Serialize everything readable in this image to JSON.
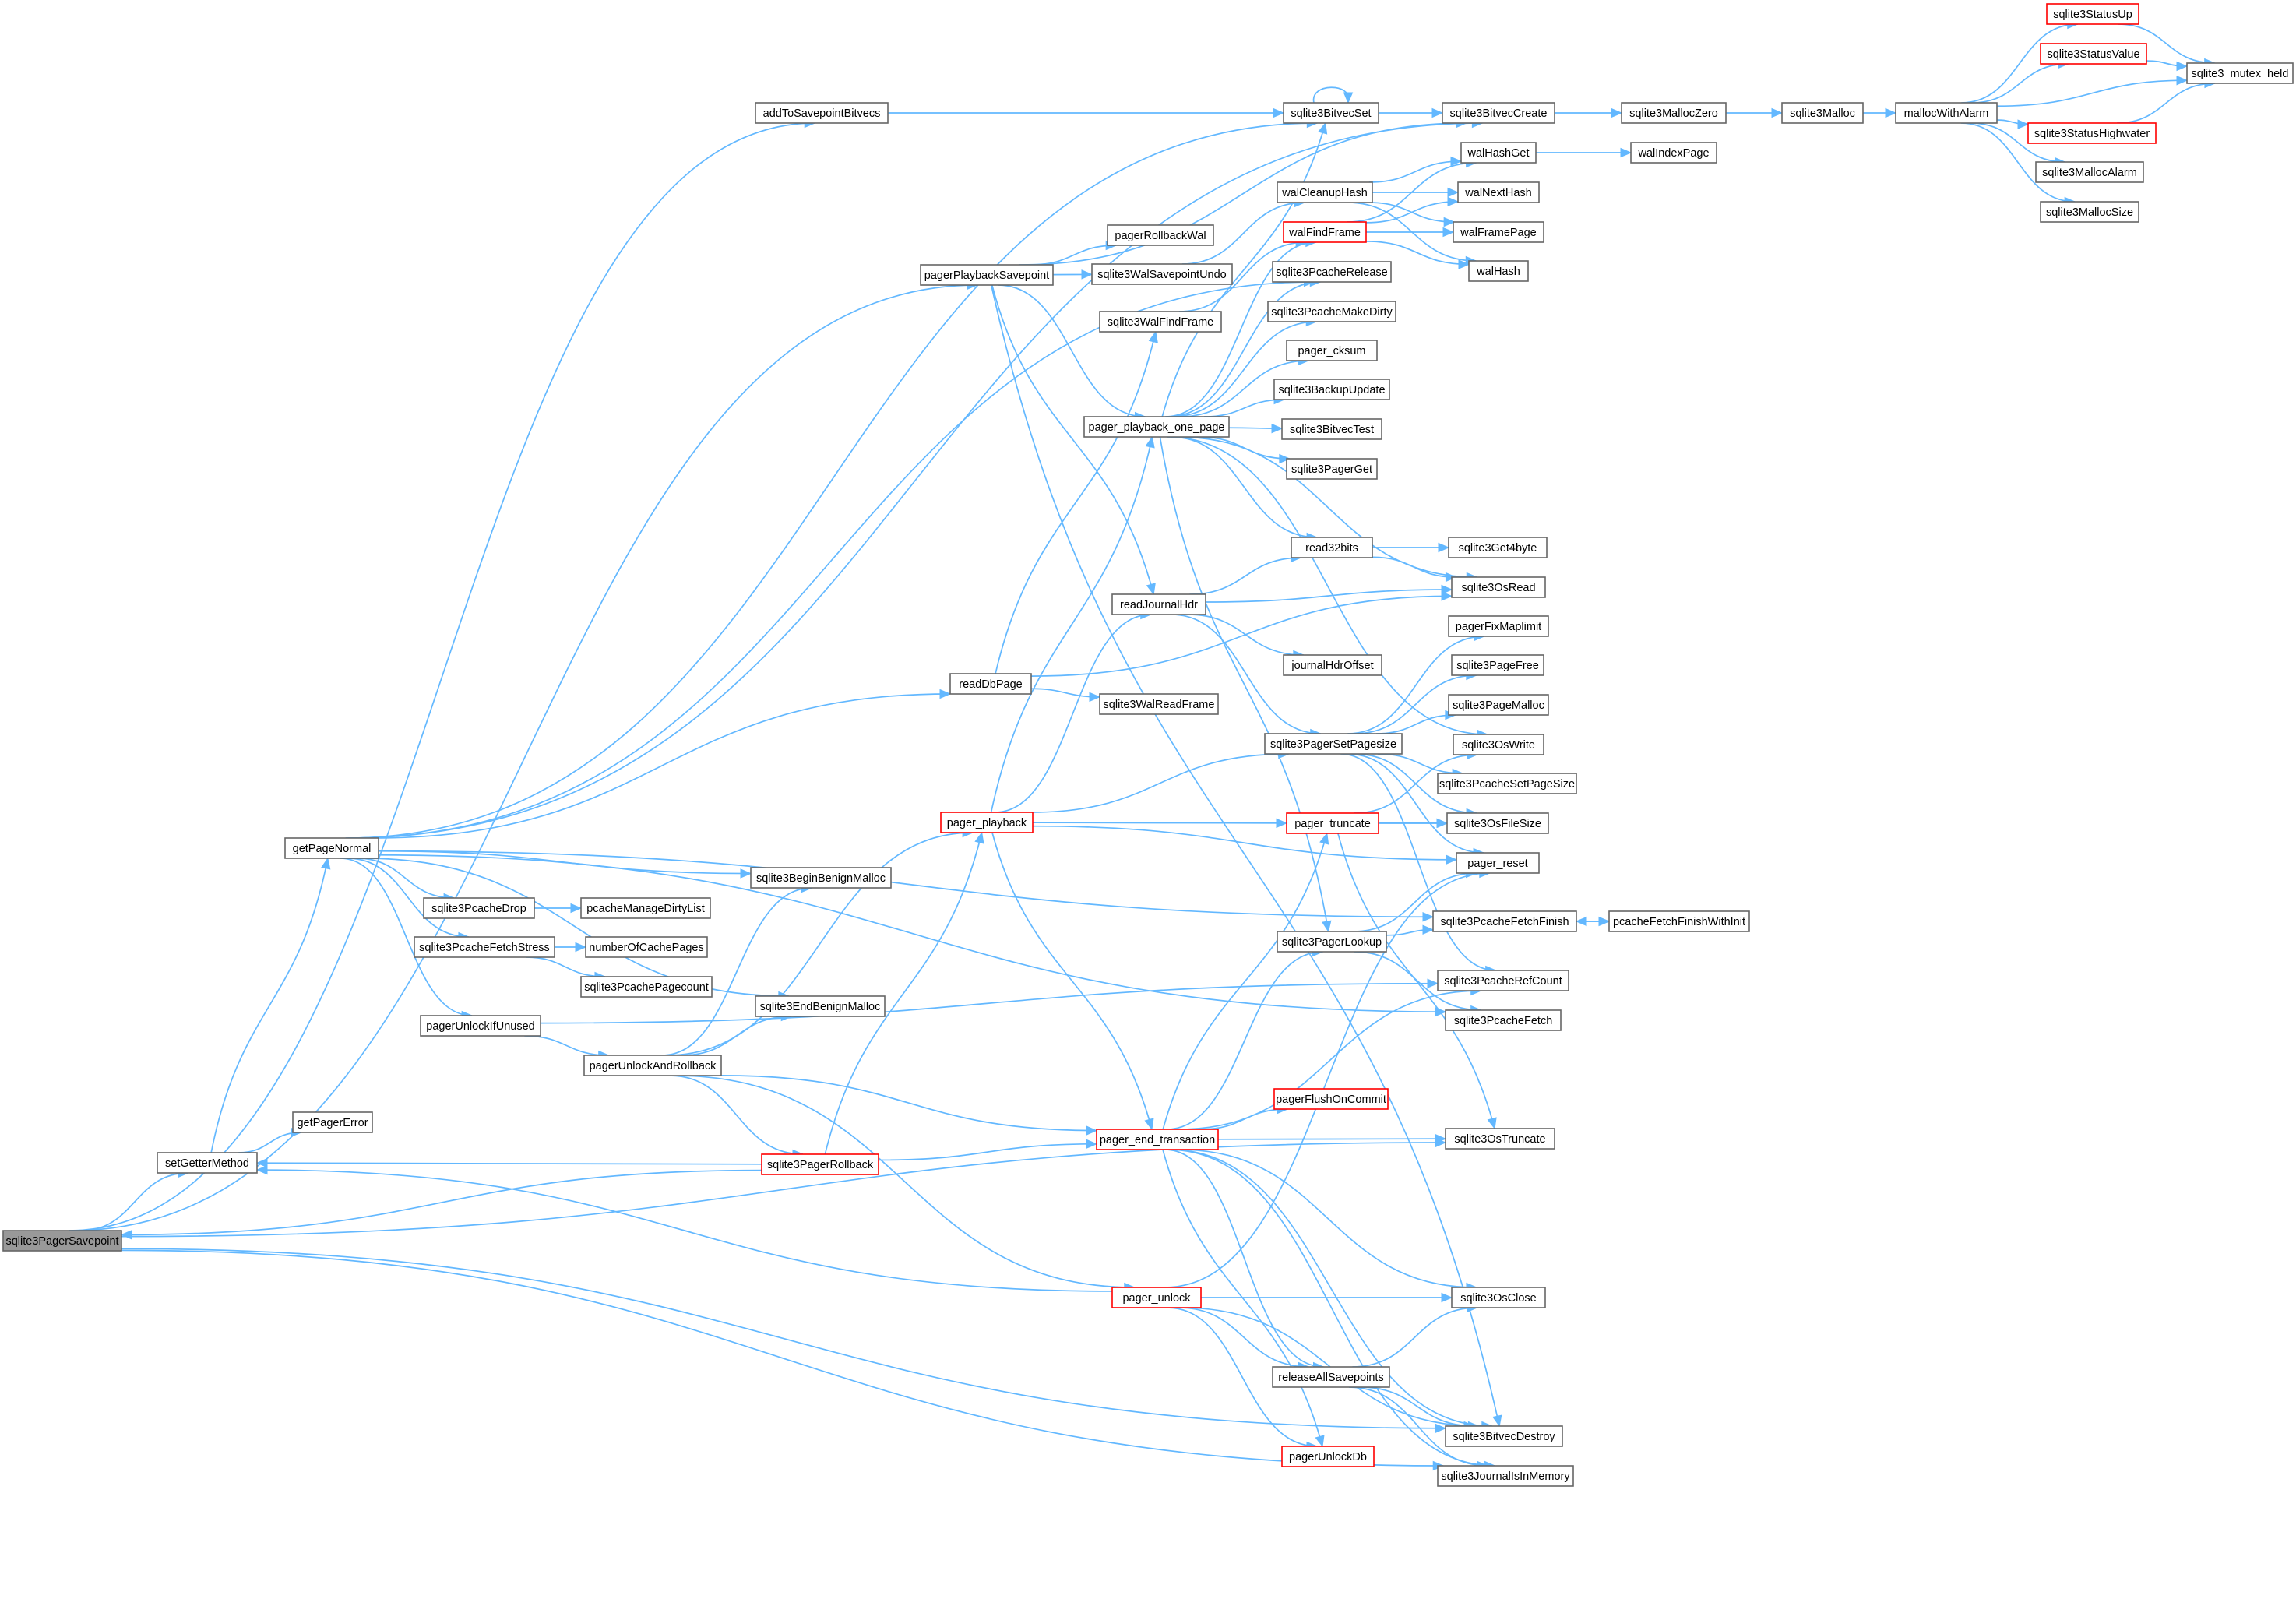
{
  "graph": {
    "edge_color": "#63b8ff",
    "node_border": "#666666",
    "truncated_border": "#ff0000",
    "root_fill": "#999999",
    "nodes": [
      {
        "id": "root",
        "label": "sqlite3PagerSavepoint"
      },
      {
        "id": "setGetterMethod",
        "label": "setGetterMethod"
      },
      {
        "id": "getPagerError",
        "label": "getPagerError"
      },
      {
        "id": "getPageNormal",
        "label": "getPageNormal"
      },
      {
        "id": "addToSavepointBitvecs",
        "label": "addToSavepointBitvecs"
      },
      {
        "id": "pagerPlaybackSavepoint",
        "label": "pagerPlaybackSavepoint"
      },
      {
        "id": "pagerRollbackWal",
        "label": "pagerRollbackWal"
      },
      {
        "id": "sqlite3WalSavepointUndo",
        "label": "sqlite3WalSavepointUndo"
      },
      {
        "id": "sqlite3WalFindFrame",
        "label": "sqlite3WalFindFrame"
      },
      {
        "id": "pager_playback_one_page",
        "label": "pager_playback_one_page"
      },
      {
        "id": "readJournalHdr",
        "label": "readJournalHdr"
      },
      {
        "id": "readDbPage",
        "label": "readDbPage"
      },
      {
        "id": "sqlite3WalReadFrame",
        "label": "sqlite3WalReadFrame"
      },
      {
        "id": "pager_playback",
        "label": "pager_playback",
        "truncated": true
      },
      {
        "id": "sqlite3PcacheDrop",
        "label": "sqlite3PcacheDrop"
      },
      {
        "id": "pcacheManageDirtyList",
        "label": "pcacheManageDirtyList"
      },
      {
        "id": "sqlite3PcacheFetchStress",
        "label": "sqlite3PcacheFetchStress"
      },
      {
        "id": "numberOfCachePages",
        "label": "numberOfCachePages"
      },
      {
        "id": "sqlite3PcachePagecount",
        "label": "sqlite3PcachePagecount"
      },
      {
        "id": "sqlite3BeginBenignMalloc",
        "label": "sqlite3BeginBenignMalloc"
      },
      {
        "id": "sqlite3EndBenignMalloc",
        "label": "sqlite3EndBenignMalloc"
      },
      {
        "id": "pagerUnlockIfUnused",
        "label": "pagerUnlockIfUnused"
      },
      {
        "id": "pagerUnlockAndRollback",
        "label": "pagerUnlockAndRollback"
      },
      {
        "id": "sqlite3PagerRollback",
        "label": "sqlite3PagerRollback",
        "truncated": true
      },
      {
        "id": "pager_end_transaction",
        "label": "pager_end_transaction",
        "truncated": true
      },
      {
        "id": "pager_unlock",
        "label": "pager_unlock",
        "truncated": true
      },
      {
        "id": "sqlite3BitvecSet",
        "label": "sqlite3BitvecSet"
      },
      {
        "id": "sqlite3BitvecCreate",
        "label": "sqlite3BitvecCreate"
      },
      {
        "id": "sqlite3MallocZero",
        "label": "sqlite3MallocZero"
      },
      {
        "id": "sqlite3Malloc",
        "label": "sqlite3Malloc"
      },
      {
        "id": "mallocWithAlarm",
        "label": "mallocWithAlarm"
      },
      {
        "id": "sqlite3StatusUp",
        "label": "sqlite3StatusUp",
        "truncated": true
      },
      {
        "id": "sqlite3StatusValue",
        "label": "sqlite3StatusValue",
        "truncated": true
      },
      {
        "id": "sqlite3StatusHighwater",
        "label": "sqlite3StatusHighwater",
        "truncated": true
      },
      {
        "id": "sqlite3_mutex_held",
        "label": "sqlite3_mutex_held"
      },
      {
        "id": "sqlite3MallocAlarm",
        "label": "sqlite3MallocAlarm"
      },
      {
        "id": "sqlite3MallocSize",
        "label": "sqlite3MallocSize"
      },
      {
        "id": "walCleanupHash",
        "label": "walCleanupHash"
      },
      {
        "id": "walFindFrame",
        "label": "walFindFrame",
        "truncated": true
      },
      {
        "id": "walHashGet",
        "label": "walHashGet"
      },
      {
        "id": "walIndexPage",
        "label": "walIndexPage"
      },
      {
        "id": "walNextHash",
        "label": "walNextHash"
      },
      {
        "id": "walFramePage",
        "label": "walFramePage"
      },
      {
        "id": "walHash",
        "label": "walHash"
      },
      {
        "id": "sqlite3PcacheRelease",
        "label": "sqlite3PcacheRelease"
      },
      {
        "id": "sqlite3PcacheMakeDirty",
        "label": "sqlite3PcacheMakeDirty"
      },
      {
        "id": "pager_cksum",
        "label": "pager_cksum"
      },
      {
        "id": "sqlite3BackupUpdate",
        "label": "sqlite3BackupUpdate"
      },
      {
        "id": "sqlite3BitvecTest",
        "label": "sqlite3BitvecTest"
      },
      {
        "id": "sqlite3PagerGet",
        "label": "sqlite3PagerGet"
      },
      {
        "id": "read32bits",
        "label": "read32bits"
      },
      {
        "id": "sqlite3Get4byte",
        "label": "sqlite3Get4byte"
      },
      {
        "id": "sqlite3OsRead",
        "label": "sqlite3OsRead"
      },
      {
        "id": "journalHdrOffset",
        "label": "journalHdrOffset"
      },
      {
        "id": "pagerFixMaplimit",
        "label": "pagerFixMaplimit"
      },
      {
        "id": "sqlite3PagerSetPagesize",
        "label": "sqlite3PagerSetPagesize"
      },
      {
        "id": "sqlite3PageFree",
        "label": "sqlite3PageFree"
      },
      {
        "id": "sqlite3PageMalloc",
        "label": "sqlite3PageMalloc"
      },
      {
        "id": "sqlite3OsWrite",
        "label": "sqlite3OsWrite"
      },
      {
        "id": "sqlite3PcacheSetPageSize",
        "label": "sqlite3PcacheSetPageSize"
      },
      {
        "id": "pager_truncate",
        "label": "pager_truncate",
        "truncated": true
      },
      {
        "id": "sqlite3OsFileSize",
        "label": "sqlite3OsFileSize"
      },
      {
        "id": "pager_reset",
        "label": "pager_reset"
      },
      {
        "id": "sqlite3PagerLookup",
        "label": "sqlite3PagerLookup"
      },
      {
        "id": "sqlite3PcacheFetchFinish",
        "label": "sqlite3PcacheFetchFinish"
      },
      {
        "id": "pcacheFetchFinishWithInit",
        "label": "pcacheFetchFinishWithInit"
      },
      {
        "id": "sqlite3PcacheRefCount",
        "label": "sqlite3PcacheRefCount"
      },
      {
        "id": "sqlite3PcacheFetch",
        "label": "sqlite3PcacheFetch"
      },
      {
        "id": "pagerFlushOnCommit",
        "label": "pagerFlushOnCommit",
        "truncated": true
      },
      {
        "id": "sqlite3OsTruncate",
        "label": "sqlite3OsTruncate"
      },
      {
        "id": "sqlite3OsClose",
        "label": "sqlite3OsClose"
      },
      {
        "id": "releaseAllSavepoints",
        "label": "releaseAllSavepoints"
      },
      {
        "id": "sqlite3BitvecDestroy",
        "label": "sqlite3BitvecDestroy"
      },
      {
        "id": "pagerUnlockDb",
        "label": "pagerUnlockDb",
        "truncated": true
      },
      {
        "id": "sqlite3JournalIsInMemory",
        "label": "sqlite3JournalIsInMemory"
      }
    ],
    "edges": [
      [
        "root",
        "setGetterMethod"
      ],
      [
        "root",
        "addToSavepointBitvecs"
      ],
      [
        "root",
        "pagerPlaybackSavepoint"
      ],
      [
        "root",
        "sqlite3OsTruncate"
      ],
      [
        "root",
        "sqlite3BitvecDestroy"
      ],
      [
        "root",
        "sqlite3JournalIsInMemory"
      ],
      [
        "setGetterMethod",
        "getPagerError"
      ],
      [
        "setGetterMethod",
        "getPageNormal"
      ],
      [
        "getPageNormal",
        "sqlite3BitvecSet"
      ],
      [
        "getPageNormal",
        "sqlite3BitvecCreate"
      ],
      [
        "getPageNormal",
        "sqlite3PcacheRelease"
      ],
      [
        "getPageNormal",
        "readDbPage"
      ],
      [
        "getPageNormal",
        "sqlite3PcacheDrop"
      ],
      [
        "getPageNormal",
        "sqlite3PcacheFetchStress"
      ],
      [
        "getPageNormal",
        "sqlite3BeginBenignMalloc"
      ],
      [
        "getPageNormal",
        "sqlite3EndBenignMalloc"
      ],
      [
        "getPageNormal",
        "pagerUnlockIfUnused"
      ],
      [
        "getPageNormal",
        "sqlite3PcacheFetchFinish"
      ],
      [
        "getPageNormal",
        "sqlite3PcacheFetch"
      ],
      [
        "addToSavepointBitvecs",
        "sqlite3BitvecSet"
      ],
      [
        "pagerPlaybackSavepoint",
        "sqlite3BitvecCreate"
      ],
      [
        "pagerPlaybackSavepoint",
        "pagerRollbackWal"
      ],
      [
        "pagerPlaybackSavepoint",
        "sqlite3WalSavepointUndo"
      ],
      [
        "pagerPlaybackSavepoint",
        "pager_playback_one_page"
      ],
      [
        "pagerPlaybackSavepoint",
        "readJournalHdr"
      ],
      [
        "pagerPlaybackSavepoint",
        "sqlite3BitvecDestroy"
      ],
      [
        "sqlite3WalSavepointUndo",
        "walCleanupHash"
      ],
      [
        "sqlite3WalFindFrame",
        "walFindFrame"
      ],
      [
        "walCleanupHash",
        "walHashGet"
      ],
      [
        "walCleanupHash",
        "walNextHash"
      ],
      [
        "walCleanupHash",
        "walFramePage"
      ],
      [
        "walCleanupHash",
        "walHash"
      ],
      [
        "walFindFrame",
        "walHashGet"
      ],
      [
        "walFindFrame",
        "walNextHash"
      ],
      [
        "walFindFrame",
        "walFramePage"
      ],
      [
        "walFindFrame",
        "walHash"
      ],
      [
        "walHashGet",
        "walIndexPage"
      ],
      [
        "sqlite3BitvecSet",
        "sqlite3BitvecSet"
      ],
      [
        "sqlite3BitvecSet",
        "sqlite3BitvecCreate"
      ],
      [
        "sqlite3BitvecCreate",
        "sqlite3MallocZero"
      ],
      [
        "sqlite3MallocZero",
        "sqlite3Malloc"
      ],
      [
        "sqlite3Malloc",
        "mallocWithAlarm"
      ],
      [
        "mallocWithAlarm",
        "sqlite3StatusUp"
      ],
      [
        "mallocWithAlarm",
        "sqlite3StatusValue"
      ],
      [
        "mallocWithAlarm",
        "sqlite3_mutex_held"
      ],
      [
        "mallocWithAlarm",
        "sqlite3StatusHighwater"
      ],
      [
        "mallocWithAlarm",
        "sqlite3MallocAlarm"
      ],
      [
        "mallocWithAlarm",
        "sqlite3MallocSize"
      ],
      [
        "sqlite3StatusUp",
        "sqlite3_mutex_held"
      ],
      [
        "sqlite3StatusValue",
        "sqlite3_mutex_held"
      ],
      [
        "sqlite3StatusHighwater",
        "sqlite3_mutex_held"
      ],
      [
        "pager_playback_one_page",
        "sqlite3BitvecSet"
      ],
      [
        "pager_playback_one_page",
        "sqlite3PcacheRelease"
      ],
      [
        "pager_playback_one_page",
        "sqlite3PcacheMakeDirty"
      ],
      [
        "pager_playback_one_page",
        "pager_cksum"
      ],
      [
        "pager_playback_one_page",
        "sqlite3BackupUpdate"
      ],
      [
        "pager_playback_one_page",
        "sqlite3BitvecTest"
      ],
      [
        "pager_playback_one_page",
        "sqlite3PagerGet"
      ],
      [
        "pager_playback_one_page",
        "read32bits"
      ],
      [
        "pager_playback_one_page",
        "sqlite3OsRead"
      ],
      [
        "pager_playback_one_page",
        "sqlite3OsWrite"
      ],
      [
        "pager_playback_one_page",
        "sqlite3PagerLookup"
      ],
      [
        "pager_playback_one_page",
        "walFindFrame"
      ],
      [
        "read32bits",
        "sqlite3Get4byte"
      ],
      [
        "read32bits",
        "sqlite3OsRead"
      ],
      [
        "readJournalHdr",
        "read32bits"
      ],
      [
        "readJournalHdr",
        "sqlite3OsRead"
      ],
      [
        "readJournalHdr",
        "journalHdrOffset"
      ],
      [
        "readJournalHdr",
        "sqlite3PagerSetPagesize"
      ],
      [
        "readDbPage",
        "sqlite3WalFindFrame"
      ],
      [
        "readDbPage",
        "sqlite3WalReadFrame"
      ],
      [
        "readDbPage",
        "sqlite3OsRead"
      ],
      [
        "pager_playback",
        "pager_playback_one_page"
      ],
      [
        "pager_playback",
        "readJournalHdr"
      ],
      [
        "pager_playback",
        "sqlite3PagerSetPagesize"
      ],
      [
        "pager_playback",
        "pager_truncate"
      ],
      [
        "pager_playback",
        "sqlite3OsFileSize"
      ],
      [
        "pager_playback",
        "pager_reset"
      ],
      [
        "pager_playback",
        "pager_end_transaction"
      ],
      [
        "sqlite3PagerSetPagesize",
        "pagerFixMaplimit"
      ],
      [
        "sqlite3PagerSetPagesize",
        "sqlite3PageFree"
      ],
      [
        "sqlite3PagerSetPagesize",
        "sqlite3PageMalloc"
      ],
      [
        "sqlite3PagerSetPagesize",
        "sqlite3PcacheSetPageSize"
      ],
      [
        "sqlite3PagerSetPagesize",
        "sqlite3OsFileSize"
      ],
      [
        "sqlite3PagerSetPagesize",
        "pager_reset"
      ],
      [
        "sqlite3PagerSetPagesize",
        "sqlite3PcacheRefCount"
      ],
      [
        "pager_truncate",
        "sqlite3OsWrite"
      ],
      [
        "pager_truncate",
        "sqlite3OsFileSize"
      ],
      [
        "pager_truncate",
        "sqlite3OsTruncate"
      ],
      [
        "sqlite3PagerLookup",
        "sqlite3PcacheFetchFinish"
      ],
      [
        "sqlite3PagerLookup",
        "sqlite3PcacheFetch"
      ],
      [
        "sqlite3PagerLookup",
        "pager_reset"
      ],
      [
        "sqlite3PcacheFetchFinish",
        "pcacheFetchFinishWithInit"
      ],
      [
        "pcacheFetchFinishWithInit",
        "sqlite3PcacheFetchFinish"
      ],
      [
        "sqlite3PcacheDrop",
        "pcacheManageDirtyList"
      ],
      [
        "sqlite3PcacheFetchStress",
        "numberOfCachePages"
      ],
      [
        "sqlite3PcacheFetchStress",
        "sqlite3PcachePagecount"
      ],
      [
        "pagerUnlockIfUnused",
        "sqlite3PcacheRefCount"
      ],
      [
        "pagerUnlockIfUnused",
        "pagerUnlockAndRollback"
      ],
      [
        "pagerUnlockAndRollback",
        "sqlite3BeginBenignMalloc"
      ],
      [
        "pagerUnlockAndRollback",
        "sqlite3EndBenignMalloc"
      ],
      [
        "pagerUnlockAndRollback",
        "pager_playback"
      ],
      [
        "pagerUnlockAndRollback",
        "sqlite3PagerRollback"
      ],
      [
        "pagerUnlockAndRollback",
        "pager_end_transaction"
      ],
      [
        "pagerUnlockAndRollback",
        "pager_unlock"
      ],
      [
        "sqlite3PagerRollback",
        "setGetterMethod"
      ],
      [
        "sqlite3PagerRollback",
        "pager_playback"
      ],
      [
        "sqlite3PagerRollback",
        "pager_end_transaction"
      ],
      [
        "sqlite3PagerRollback",
        "root"
      ],
      [
        "pager_end_transaction",
        "sqlite3PagerLookup"
      ],
      [
        "pager_end_transaction",
        "pager_truncate"
      ],
      [
        "pager_end_transaction",
        "pagerFlushOnCommit"
      ],
      [
        "pager_end_transaction",
        "sqlite3OsTruncate"
      ],
      [
        "pager_end_transaction",
        "sqlite3PcacheRefCount"
      ],
      [
        "pager_end_transaction",
        "sqlite3OsClose"
      ],
      [
        "pager_end_transaction",
        "releaseAllSavepoints"
      ],
      [
        "pager_end_transaction",
        "sqlite3BitvecDestroy"
      ],
      [
        "pager_end_transaction",
        "pagerUnlockDb"
      ],
      [
        "pager_end_transaction",
        "sqlite3JournalIsInMemory"
      ],
      [
        "pager_unlock",
        "setGetterMethod"
      ],
      [
        "pager_unlock",
        "sqlite3OsClose"
      ],
      [
        "pager_unlock",
        "releaseAllSavepoints"
      ],
      [
        "pager_unlock",
        "pagerUnlockDb"
      ],
      [
        "pager_unlock",
        "sqlite3BitvecDestroy"
      ],
      [
        "pager_unlock",
        "pager_reset"
      ],
      [
        "releaseAllSavepoints",
        "sqlite3OsClose"
      ],
      [
        "releaseAllSavepoints",
        "sqlite3BitvecDestroy"
      ],
      [
        "releaseAllSavepoints",
        "sqlite3JournalIsInMemory"
      ]
    ]
  }
}
